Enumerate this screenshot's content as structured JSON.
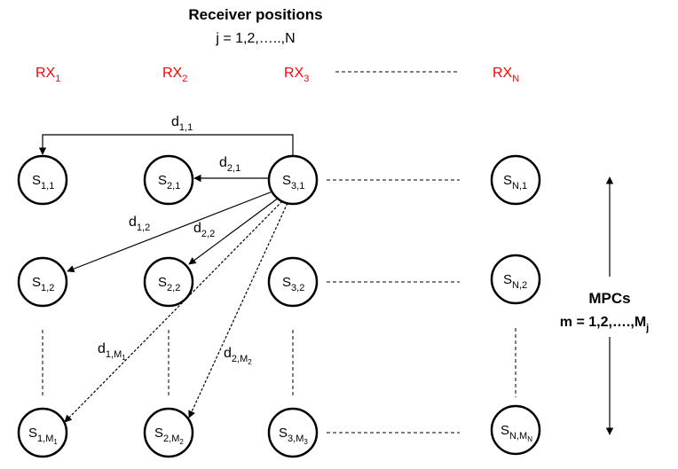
{
  "title": "Receiver positions",
  "subtitle": "j = 1,2,…..,N",
  "receiver_color": "#ff0000",
  "receivers": [
    {
      "main": "RX",
      "sub": "1"
    },
    {
      "main": "RX",
      "sub": "2"
    },
    {
      "main": "RX",
      "sub": "3"
    },
    {
      "main": "RX",
      "sub": "N"
    }
  ],
  "nodes": {
    "r1": [
      {
        "main": "S",
        "sub": "1,1"
      },
      {
        "main": "S",
        "sub": "2,1"
      },
      {
        "main": "S",
        "sub": "3,1"
      },
      {
        "main": "S",
        "sub": "N,1"
      }
    ],
    "r2": [
      {
        "main": "S",
        "sub": "1,2"
      },
      {
        "main": "S",
        "sub": "2,2"
      },
      {
        "main": "S",
        "sub": "3,2"
      },
      {
        "main": "S",
        "sub": "N,2"
      }
    ],
    "r3": [
      {
        "main": "S",
        "sub": "1,M",
        "subsub": "1"
      },
      {
        "main": "S",
        "sub": "2,M",
        "subsub": "2"
      },
      {
        "main": "S",
        "sub": "3,M",
        "subsub": "3"
      },
      {
        "main": "S",
        "sub": "N,M",
        "subsub": "N"
      }
    ]
  },
  "distances": {
    "d11": {
      "main": "d",
      "sub": "1,1"
    },
    "d21": {
      "main": "d",
      "sub": "2,1"
    },
    "d12": {
      "main": "d",
      "sub": "1,2"
    },
    "d22": {
      "main": "d",
      "sub": "2,2"
    },
    "d1M1": {
      "main": "d",
      "sub": "1,M",
      "subsub": "1"
    },
    "d2M2": {
      "main": "d",
      "sub": "2,M",
      "subsub": "2"
    }
  },
  "mpcs": {
    "title": "MPCs",
    "range_main": "m = 1,2,….,M",
    "range_sub": "j"
  }
}
